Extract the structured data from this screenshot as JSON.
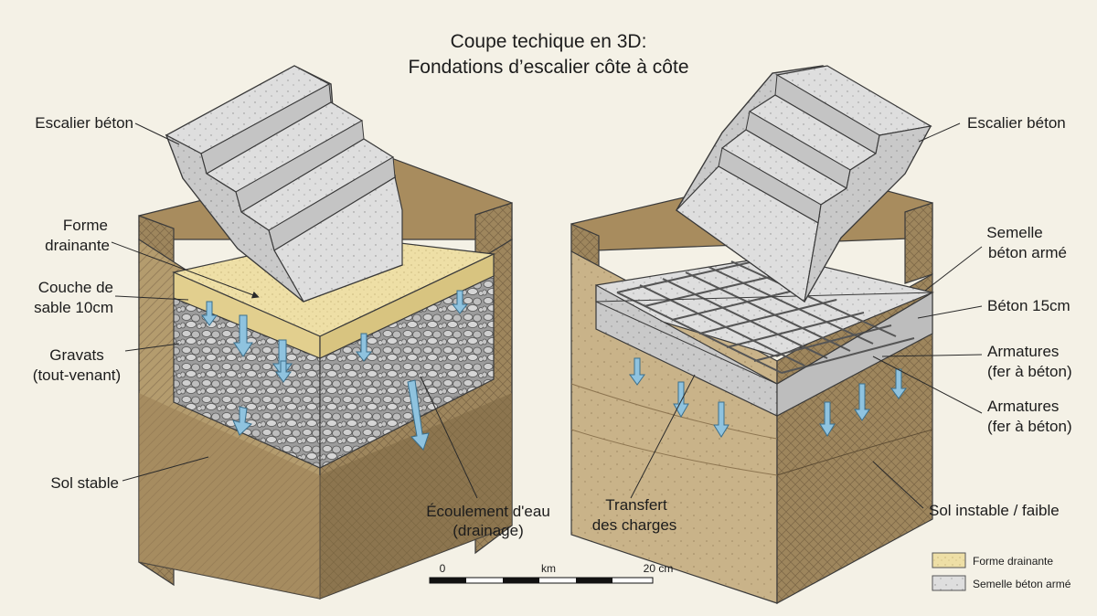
{
  "title": {
    "line1": "Coupe techique en 3D:",
    "line2": "Fondations d’escalier côte à côte"
  },
  "left": {
    "stair_label": "Escalier béton",
    "drain_form_line1": "Forme",
    "drain_form_line2": "drainante",
    "sand_line1": "Couche de",
    "sand_line2": "sable 10cm",
    "gravel_line1": "Gravats",
    "gravel_line2": "(tout-venant)",
    "stable_soil": "Sol stable",
    "water_line1": "Écoulement d'eau",
    "water_line2": "(drainage)"
  },
  "right": {
    "stair_label": "Escalier béton",
    "slab_line1": "Semelle",
    "slab_line2": "béton armé",
    "concrete": "Béton 15cm",
    "rebar1_line1": "Armatures",
    "rebar1_line2": "(fer à béton)",
    "rebar2_line1": "Armatures",
    "rebar2_line2": "(fer à béton)",
    "load_line1": "Transfert",
    "load_line2": "des charges",
    "weak_soil": "Sol instable / faible"
  },
  "scale": {
    "zero": "0",
    "unit": "km",
    "end": "20 cm"
  },
  "legend": [
    {
      "label": "Forme drainante",
      "color": "#eedfa6"
    },
    {
      "label": "Semelle béton armé",
      "color": "#dcdcdc"
    }
  ],
  "colors": {
    "background": "#f4f1e6",
    "soil": "#b29a6c",
    "soil_dark": "#8d7550",
    "sand": "#eedfa6",
    "gravel": "#b8b8b8",
    "concrete": "#dedede",
    "water_arrow": "#8fc3df"
  }
}
